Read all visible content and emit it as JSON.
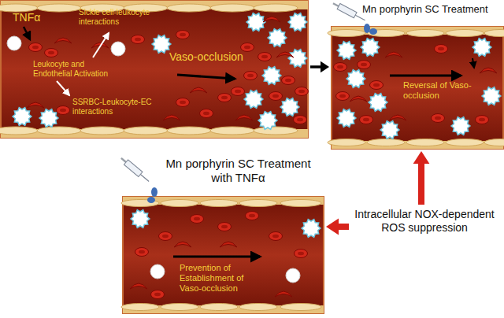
{
  "diagram": {
    "nodes": [
      {
        "text": [
          "TNFα",
          "Sickle cell-leukocyte interactions",
          "Leukocyte and Endothelial Activation",
          "SSRBC-Leukocyte-EC interactions",
          "Vaso-occlusion"
        ]
      },
      {
        "text": [
          "Mn porphyrin SC Treatment",
          "Reversal of Vaso-occlusion"
        ]
      },
      {
        "text": [
          "Mn porphyrin SC Treatment with TNFα",
          "Prevention of Establishment of Vaso-occlusion"
        ]
      },
      {
        "text": [
          "Intracellular NOX-dependent ROS suppression"
        ]
      }
    ],
    "edges": [
      {
        "from": 0,
        "to": 1,
        "arrow": "to"
      },
      {
        "from": 3,
        "to": 1,
        "arrow": "to"
      },
      {
        "from": 3,
        "to": 2,
        "arrow": "to"
      }
    ]
  }
}
